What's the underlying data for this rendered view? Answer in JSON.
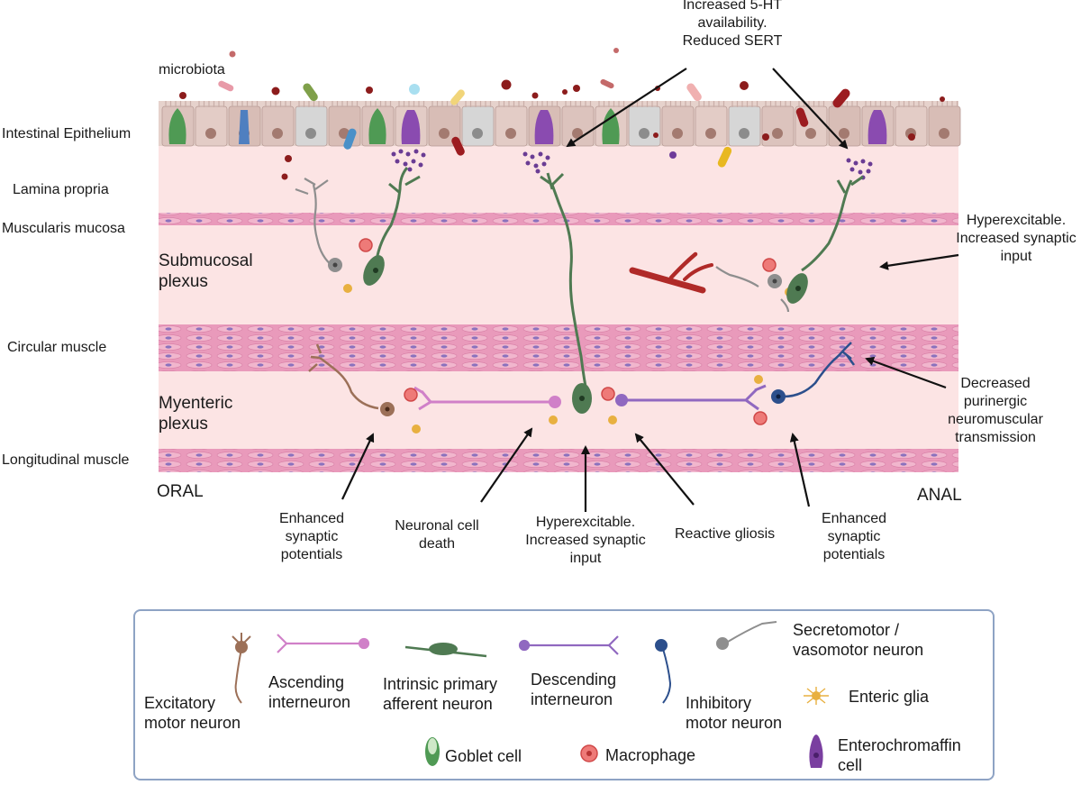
{
  "layers": {
    "microbiota": "microbiota",
    "epithelium": "Intestinal Epithelium",
    "lamina_propria": "Lamina propria",
    "muscularis_mucosa": "Muscularis mucosa",
    "submucosal_plexus": [
      "Submucosal",
      "plexus"
    ],
    "circular_muscle": "Circular muscle",
    "myenteric_plexus": [
      "Myenteric",
      "plexus"
    ],
    "longitudinal_muscle": "Longitudinal muscle"
  },
  "directions": {
    "oral": "ORAL",
    "anal": "ANAL"
  },
  "annotations": {
    "ht": [
      "Increased 5-HT",
      "availability.",
      "Reduced SERT"
    ],
    "hyper_submucosal": [
      "Hyperexcitable.",
      "Increased synaptic",
      "input"
    ],
    "purinergic": [
      "Decreased",
      "purinergic",
      "neuromuscular",
      "transmission"
    ],
    "enhanced_left": [
      "Enhanced",
      "synaptic",
      "potentials"
    ],
    "cell_death": [
      "Neuronal cell",
      "death"
    ],
    "hyper_myenteric": [
      "Hyperexcitable.",
      "Increased synaptic",
      "input"
    ],
    "gliosis": "Reactive gliosis",
    "enhanced_right": [
      "Enhanced",
      "synaptic",
      "potentials"
    ]
  },
  "legend": {
    "excitatory": [
      "Excitatory",
      "motor neuron"
    ],
    "ascending": [
      "Ascending",
      "interneuron"
    ],
    "ipan": [
      "Intrinsic primary",
      "afferent neuron"
    ],
    "descending": [
      "Descending",
      "interneuron"
    ],
    "inhibitory": [
      "Inhibitory",
      "motor neuron"
    ],
    "secretomotor": [
      "Secretomotor /",
      "vasomotor neuron"
    ],
    "glia": "Enteric glia",
    "goblet": "Goblet cell",
    "macrophage": "Macrophage",
    "enterochromaffin": [
      "Enterochromaffin",
      "cell"
    ]
  },
  "colors": {
    "lumen_tissue": "#fce4e4",
    "muscle_band": "#e89ab8",
    "muscle_nucleus": "#9078c0",
    "excitatory": "#9c7058",
    "ascending": "#d080c8",
    "ipan": "#4f7a52",
    "descending": "#9068c0",
    "inhibitory": "#2c4f8c",
    "secretomotor": "#8e8e8e",
    "glia": "#e8b040",
    "goblet": "#4f9a54",
    "macrophage": "#e05c5c",
    "enterochromaffin": "#7a3fa0",
    "vessel": "#c0302c",
    "legend_border": "#8ea3c4"
  }
}
